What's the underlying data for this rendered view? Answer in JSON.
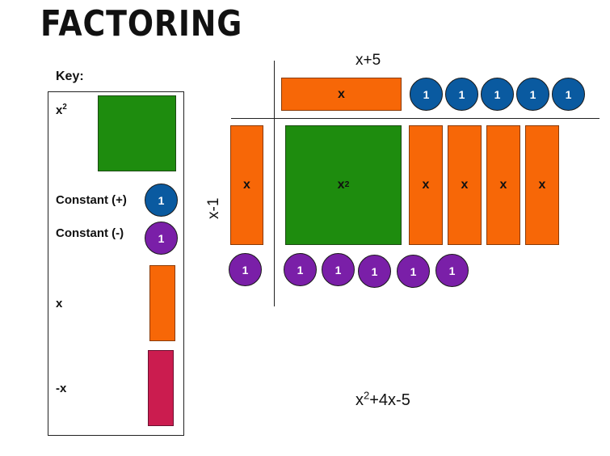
{
  "title": "FACTORING",
  "key": {
    "label": "Key:",
    "x2_label": "x",
    "x2_exp": "2",
    "pos_label": "Constant (+)",
    "neg_label": "Constant (-)",
    "x_label": "x",
    "negx_label": "-x",
    "unit": "1"
  },
  "top_factor": "x+5",
  "side_factor": "x-1",
  "tile_labels": {
    "x": "x",
    "x2_base": "x",
    "x2_exp": "2",
    "unit": "1"
  },
  "expression": {
    "base": "x",
    "exp": "2",
    "rest": "+4x-5"
  },
  "colors": {
    "x_squared": "#1e8c0e",
    "x": "#f76707",
    "neg_x": "#cb1c4f",
    "constant_pos": "#0a5aa0",
    "constant_neg": "#7a1fa8"
  }
}
